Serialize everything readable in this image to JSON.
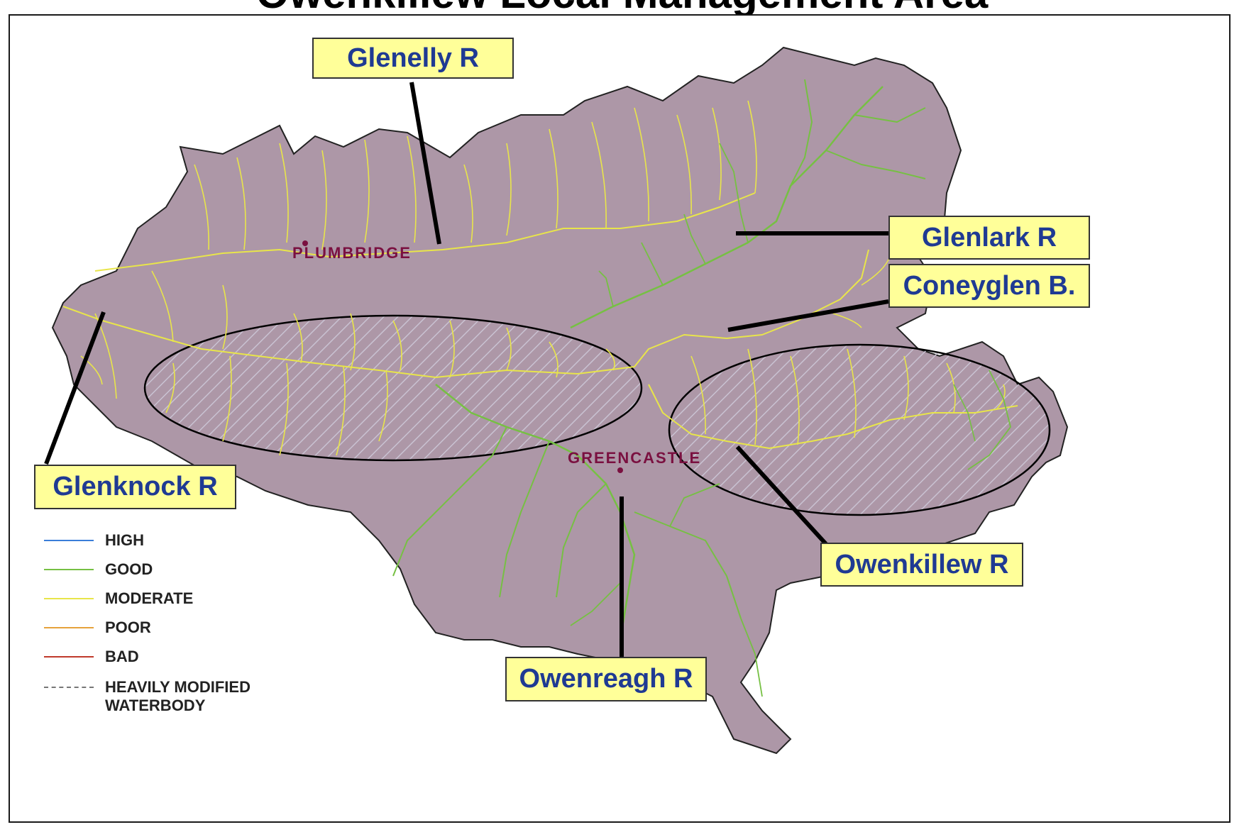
{
  "map": {
    "title": "Owenkillew Local Management Area",
    "colors": {
      "catchment_fill": "#ad97a7",
      "outline": "#222222",
      "callout_bg": "#ffff99",
      "callout_text": "#1f3a93",
      "town_text": "#7a1040"
    }
  },
  "callouts": [
    {
      "id": "glenelly",
      "label": "Glenelly R"
    },
    {
      "id": "glenlark",
      "label": "Glenlark R"
    },
    {
      "id": "coneyglen",
      "label": "Coneyglen B."
    },
    {
      "id": "glenknock",
      "label": "Glenknock R"
    },
    {
      "id": "owenkillew",
      "label": "Owenkillew R"
    },
    {
      "id": "owenreagh",
      "label": "Owenreagh R"
    }
  ],
  "towns": [
    {
      "id": "plumbridge",
      "label": "PLUMBRIDGE"
    },
    {
      "id": "greencastle",
      "label": "GREENCASTLE"
    }
  ],
  "legend": [
    {
      "id": "high",
      "label": "HIGH",
      "color": "#3a7ed9",
      "dashed": false
    },
    {
      "id": "good",
      "label": "GOOD",
      "color": "#76c043",
      "dashed": false
    },
    {
      "id": "moderate",
      "label": "MODERATE",
      "color": "#e8e54a",
      "dashed": false
    },
    {
      "id": "poor",
      "label": "POOR",
      "color": "#e6a23c",
      "dashed": false
    },
    {
      "id": "bad",
      "label": "BAD",
      "color": "#c0392b",
      "dashed": false
    },
    {
      "id": "hmwb",
      "label": "HEAVILY MODIFIED WATERBODY",
      "color": "#777777",
      "dashed": true
    }
  ]
}
